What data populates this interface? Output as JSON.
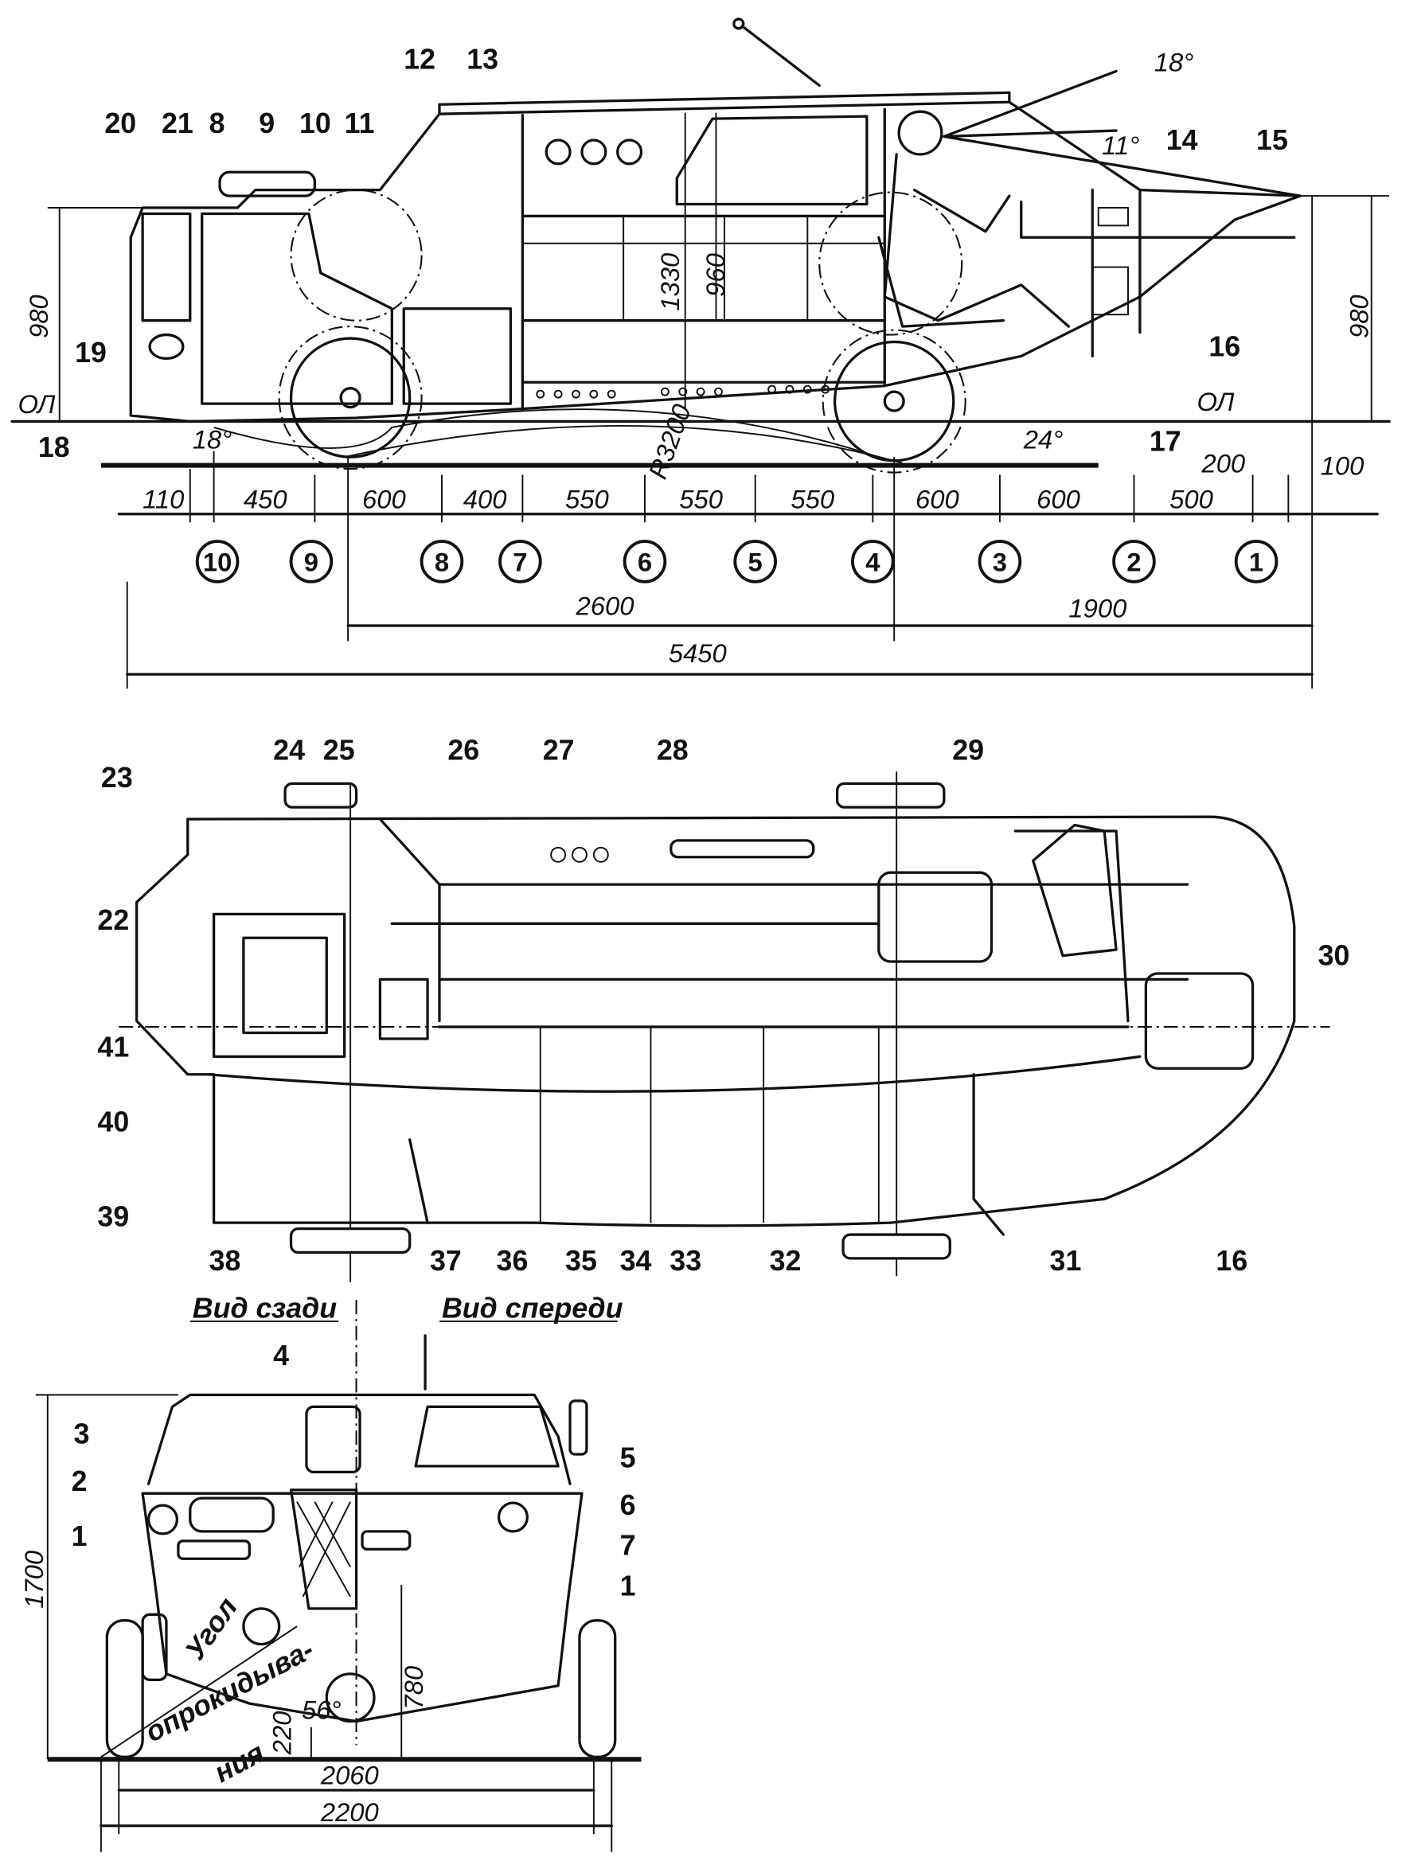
{
  "side_view": {
    "callouts": [
      "20",
      "21",
      "8",
      "9",
      "10",
      "11",
      "12",
      "13",
      "14",
      "15",
      "16",
      "17",
      "18",
      "19"
    ],
    "angles": {
      "windshield_top": "18°",
      "windshield_mid": "11°",
      "front_approach": "24°",
      "rear_departure": "18°"
    },
    "heights": {
      "left": "980",
      "right": "980",
      "cabin_height": "1330",
      "seat_height": "960"
    },
    "waterline_label_left": "ОЛ",
    "waterline_label_right": "ОЛ",
    "bottom_radius": "R3200",
    "frame_spacings": [
      "110",
      "450",
      "600",
      "400",
      "550",
      "550",
      "550",
      "600",
      "600",
      "500"
    ],
    "front_offsets": [
      "200",
      "100"
    ],
    "frame_numbers": [
      "10",
      "9",
      "8",
      "7",
      "6",
      "5",
      "4",
      "3",
      "2",
      "1"
    ],
    "wheelbase": "2600",
    "front_overhang": "1900",
    "overall_length": "5450"
  },
  "top_view": {
    "callouts_top": [
      "23",
      "24",
      "25",
      "26",
      "27",
      "28",
      "29"
    ],
    "callouts_left": [
      "22",
      "41",
      "40",
      "39"
    ],
    "callout_right": "30",
    "callouts_bottom": [
      "38",
      "37",
      "36",
      "35",
      "34",
      "33",
      "32",
      "31",
      "16"
    ]
  },
  "end_views": {
    "rear_title": "Вид сзади",
    "front_title": "Вид спереди",
    "callouts_rear": [
      "4",
      "3",
      "2",
      "1"
    ],
    "callouts_front": [
      "5",
      "6",
      "7",
      "1"
    ],
    "overall_height": "1700",
    "hull_height": "780",
    "ground_clearance": "220",
    "tip_angle": "56°",
    "tip_label_1": "Угол",
    "tip_label_2": "опрокидыва-",
    "tip_label_3": "ния",
    "track": "2060",
    "overall_width": "2200"
  }
}
